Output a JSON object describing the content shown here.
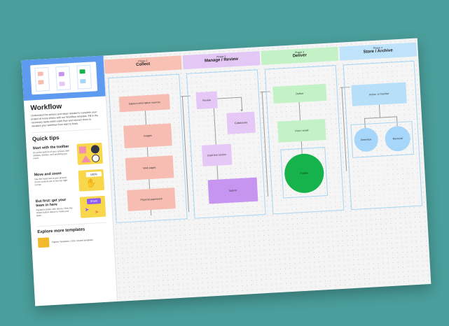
{
  "sidebar": {
    "title": "Workflow",
    "description": "Understand the actions and steps needed to complete your project at every phase with our Workflow template. Fill in the necessary tasks within each flow and connect them to visualize your workflow from start to finish.",
    "quick_tips_heading": "Quick tips",
    "tips": [
      {
        "title": "Start with the toolbar",
        "desc": "It's at the bottom of your screen, with stickies, stamps, and anything you need."
      },
      {
        "title": "Move and zoom",
        "desc": "Use the hand tool to pan around. Zoom controls are in the top right corner."
      },
      {
        "title": "But first: get your team in here",
        "desc": "FigJam's better with others. Click the Share button above to invite your team.",
        "badge": "Share"
      }
    ],
    "zoom_badge": "100%",
    "explore_heading": "Explore more templates",
    "template_card": "Figma's Templates | 100+ curated templates"
  },
  "phases": [
    {
      "phase": "Phase 1",
      "name": "Collect",
      "color": "#f9c0b4",
      "nodes": [
        "Capture information sources",
        "Images",
        "Web pages",
        "Physical paperwork"
      ]
    },
    {
      "phase": "Phase 2",
      "name": "Manage / Review",
      "color": "#e3c7f5",
      "nodes": [
        "Review",
        "Collaborate",
        "Draft first version",
        "Submit"
      ]
    },
    {
      "phase": "Phase 3",
      "name": "Deliver",
      "color": "#c2f2c6",
      "nodes": [
        "Deliver",
        "Print / email",
        "Publish"
      ]
    },
    {
      "phase": "Phase 4",
      "name": "Store / Archive",
      "color": "#bfe3fb",
      "nodes": [
        "Active, or Inactive",
        "Retention",
        "Removal"
      ]
    }
  ]
}
